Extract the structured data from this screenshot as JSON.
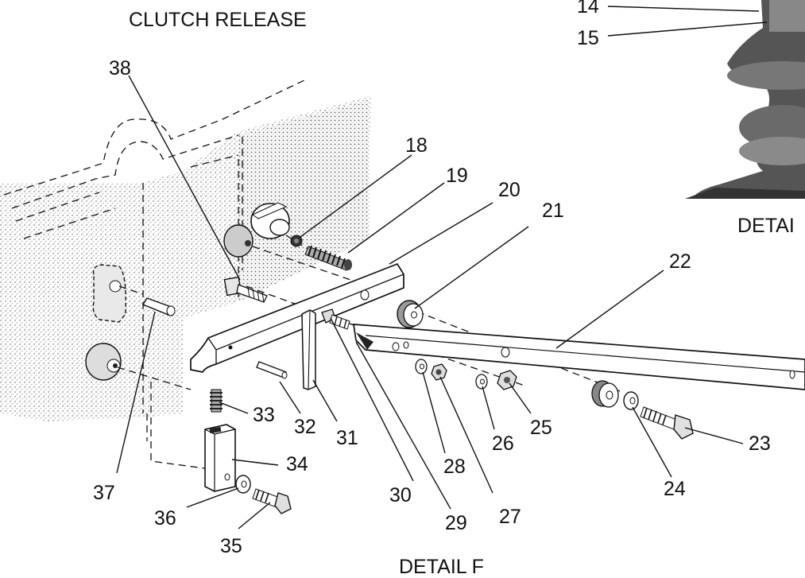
{
  "titles": {
    "top": "CLUTCH RELEASE",
    "bottom": "DETAIL F",
    "partial_right": "DETAI"
  },
  "labels": [
    "14",
    "15",
    "18",
    "19",
    "20",
    "21",
    "22",
    "23",
    "24",
    "25",
    "26",
    "27",
    "28",
    "29",
    "30",
    "31",
    "32",
    "33",
    "34",
    "35",
    "36",
    "37",
    "38"
  ],
  "colors": {
    "ink": "#111111",
    "stipple": "#9a9a9a",
    "background": "#ffffff"
  }
}
